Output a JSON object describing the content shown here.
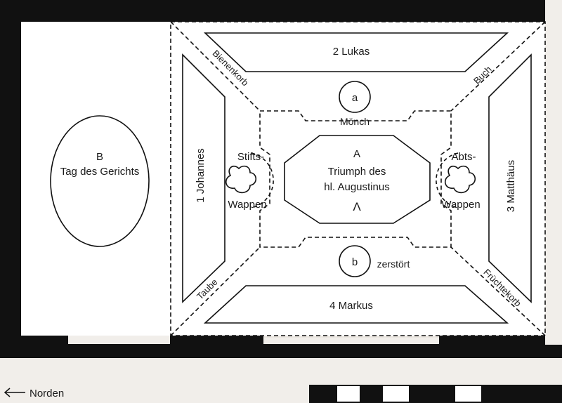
{
  "colors": {
    "paper": "#f1eeea",
    "ink": "#111111",
    "panel": "#ffffff",
    "faint_text": "#d6d0c8"
  },
  "panels": {
    "B": {
      "letter": "B",
      "line1": "Tag des Gerichts"
    },
    "A": {
      "letter": "A",
      "line1": "Triumph des",
      "line2": "hl. Augustinus",
      "symbol": "Λ"
    },
    "a": {
      "letter": "a",
      "caption": "Mönch"
    },
    "b": {
      "letter": "b",
      "caption": "zerstört"
    },
    "lukas": "2  Lukas",
    "markus": "4  Markus",
    "johannes": "1  Johannes",
    "matthaeus": "3  Matthäus"
  },
  "wappen": {
    "left_line1": "Stifts-",
    "left_line2": "Wappen",
    "right_line1": "Abts-",
    "right_line2": "Wappen"
  },
  "corners": {
    "top_left": "Bienenkorb",
    "top_right": "Buch",
    "bottom_left": "Taube",
    "bottom_right": "Früchtekorb"
  },
  "legend": {
    "north_arrow": "⟵",
    "north_label": "Norden"
  }
}
